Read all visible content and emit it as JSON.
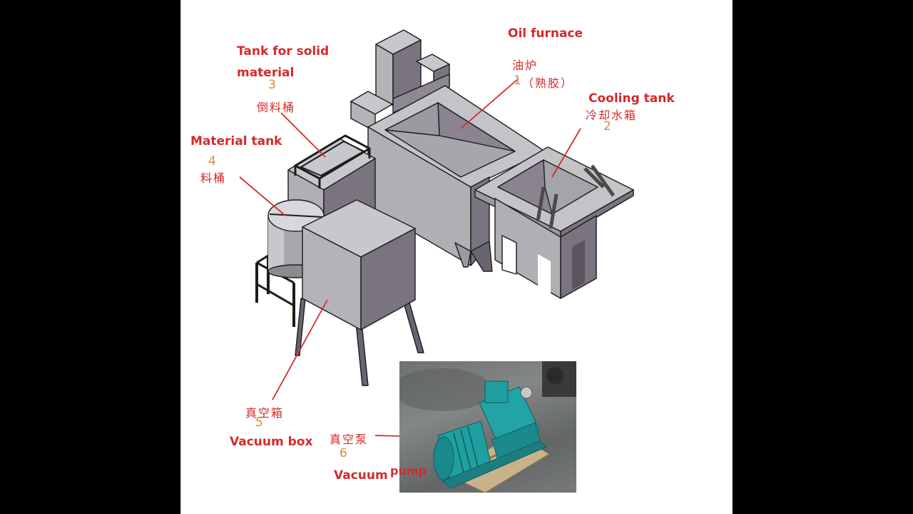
{
  "labels": {
    "oil_furnace": {
      "en": "Oil furnace",
      "cn": "油炉",
      "num": "1",
      "cn_note": "（熟胶）"
    },
    "cooling_tank": {
      "en": "Cooling tank",
      "cn": "冷却水箱",
      "num": "2"
    },
    "solid_tank": {
      "en_line1": "Tank for solid",
      "en_line2": "material",
      "num": "3",
      "cn": "倒料桶"
    },
    "material_tank": {
      "en": "Material tank",
      "num": "4",
      "cn": "料桶"
    },
    "vacuum_box": {
      "cn": "真空箱",
      "num": "5",
      "en": "Vacuum  box"
    },
    "vacuum_pump": {
      "cn": "真空泵",
      "num": "6",
      "en1": "Vacuum",
      "en2": "pump"
    }
  },
  "colors": {
    "label_red": "#d42a2a",
    "number_orange": "#e08a2a",
    "machine_face": "#b4b4b8",
    "machine_side": "#7a7380",
    "machine_dark": "#5c5560",
    "pump_teal": "#1f9fa0"
  }
}
